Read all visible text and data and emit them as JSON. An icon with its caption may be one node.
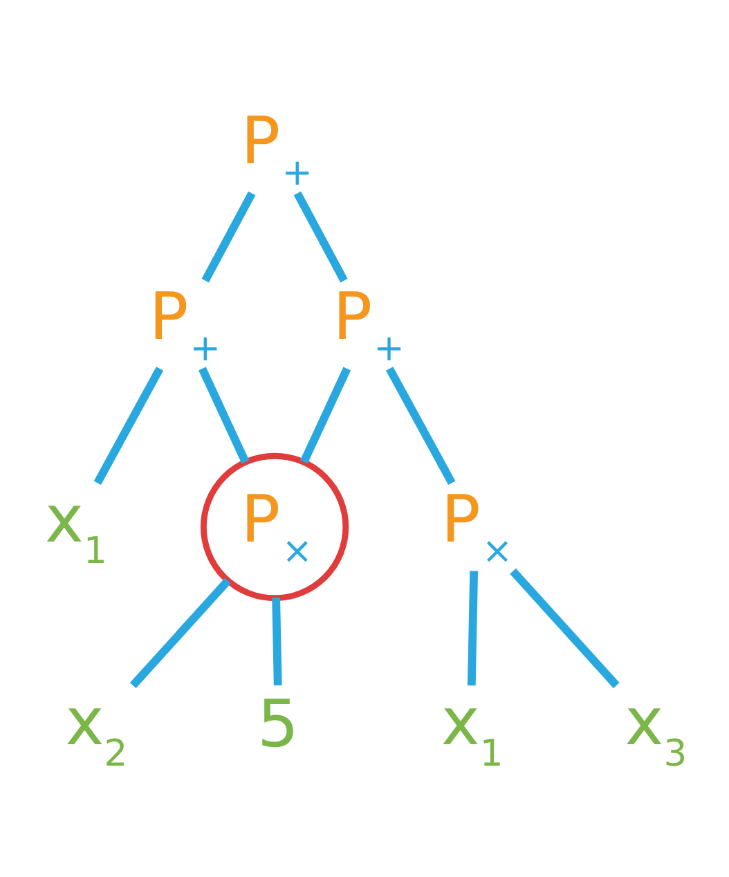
{
  "diagram": {
    "nodes": [
      {
        "text": [
          "P$_{+}$"
        ]
      },
      {
        "text": [
          "P$_{+}$"
        ]
      },
      {
        "text": [
          "P$_{+}$"
        ]
      },
      {
        "text": [
          "x$_{1}$"
        ]
      },
      {
        "text": [
          "P$_{×}$"
        ]
      },
      {
        "text": [
          "P$_{×}$"
        ]
      },
      {
        "text": [
          "x$_{2}$"
        ]
      },
      {
        "text": [
          "5"
        ]
      },
      {
        "text": [
          "x$_{1}$"
        ]
      },
      {
        "text": [
          "x$_{3}$"
        ]
      }
    ],
    "edges": [
      {
        "from": 0,
        "to": 1,
        "arrow": "none"
      },
      {
        "from": 0,
        "to": 2,
        "arrow": "none"
      },
      {
        "from": 1,
        "to": 3,
        "arrow": "none"
      },
      {
        "from": 1,
        "to": 4,
        "arrow": "none"
      },
      {
        "from": 2,
        "to": 4,
        "arrow": "none"
      },
      {
        "from": 2,
        "to": 5,
        "arrow": "none"
      },
      {
        "from": 4,
        "to": 6,
        "arrow": "none"
      },
      {
        "from": 4,
        "to": 7,
        "arrow": "none"
      },
      {
        "from": 5,
        "to": 8,
        "arrow": "none"
      },
      {
        "from": 5,
        "to": 9,
        "arrow": "none"
      }
    ]
  }
}
